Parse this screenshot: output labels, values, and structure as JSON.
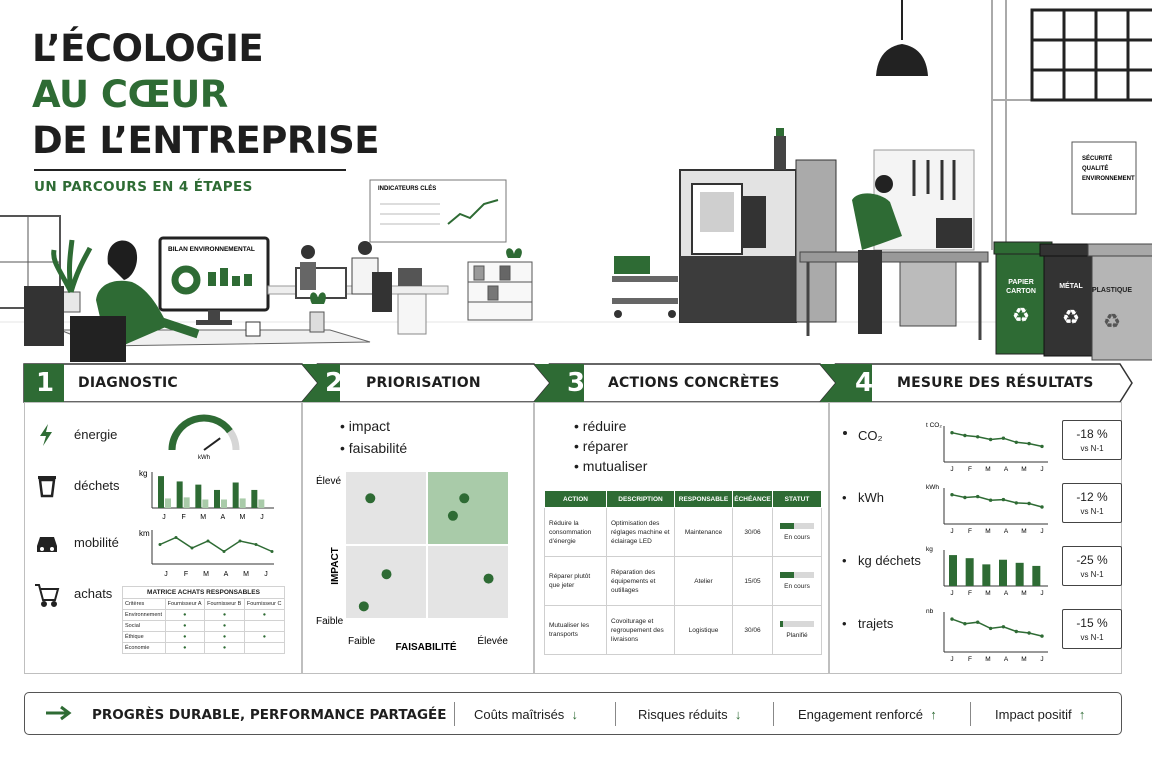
{
  "title": {
    "line1": "L’ÉCOLOGIE",
    "line2": "AU CŒUR",
    "line3": "DE L’ENTREPRISE"
  },
  "subtitle": "UN PARCOURS EN 4 ÉTAPES",
  "scene": {
    "monitor_label": "BILAN ENVIRONNEMENTAL",
    "board_label": "INDICATEURS CLÉS",
    "sign_lines": [
      "SÉCURITÉ",
      "QUALITÉ",
      "ENVIRONNEMENT"
    ],
    "bins": [
      {
        "lines": [
          "PAPIER",
          "CARTON"
        ],
        "color": "#2e6b34"
      },
      {
        "lines": [
          "MÉTAL"
        ],
        "color": "#333333"
      },
      {
        "lines": [
          "PLASTIQUE"
        ],
        "color": "#9c9c9c"
      }
    ]
  },
  "steps": [
    {
      "num": "1",
      "label": "DIAGNOSTIC"
    },
    {
      "num": "2",
      "label": "PRIORISATION"
    },
    {
      "num": "3",
      "label": "ACTIONS CONCRÈTES"
    },
    {
      "num": "4",
      "label": "MESURE DES RÉSULTATS"
    }
  ],
  "diagnostic": {
    "items": [
      {
        "label": "énergie",
        "icon": "bolt-icon"
      },
      {
        "label": "déchets",
        "icon": "trash-icon"
      },
      {
        "label": "mobilité",
        "icon": "car-icon"
      },
      {
        "label": "achats",
        "icon": "cart-icon"
      }
    ],
    "gauge_unit": "kWh",
    "gauge_level": 0.8,
    "dechets_unit": "kg",
    "mobilite_unit": "km",
    "months": [
      "J",
      "F",
      "M",
      "A",
      "M",
      "J"
    ],
    "dechets_bars": [
      [
        30,
        9
      ],
      [
        25,
        10
      ],
      [
        22,
        8
      ],
      [
        17,
        8
      ],
      [
        24,
        9
      ],
      [
        17,
        8
      ]
    ],
    "mobilite_line": [
      5,
      7,
      4,
      6,
      3,
      6,
      5,
      3
    ],
    "matrix": {
      "title": "MATRICE ACHATS RESPONSABLES",
      "headers": [
        "Critères",
        "Fournisseur A",
        "Fournisseur B",
        "Fournisseur C"
      ],
      "rows": [
        "Environnement",
        "Social",
        "Éthique",
        "Économie"
      ]
    }
  },
  "priorisation": {
    "bullets": [
      "impact",
      "faisabilité"
    ],
    "y_axis": "IMPACT",
    "x_axis": "FAISABILITÉ",
    "y_high": "Élevé",
    "y_low": "Faible",
    "x_low": "Faible",
    "x_high": "Élevée",
    "points": [
      [
        0.15,
        0.82
      ],
      [
        0.73,
        0.82
      ],
      [
        0.66,
        0.7
      ],
      [
        0.25,
        0.3
      ],
      [
        0.88,
        0.27
      ],
      [
        0.11,
        0.08
      ]
    ]
  },
  "actions": {
    "bullets": [
      "réduire",
      "réparer",
      "mutualiser"
    ],
    "headers": [
      "ACTION",
      "DESCRIPTION",
      "RESPONSABLE",
      "ÉCHÉANCE",
      "STATUT"
    ],
    "rows": [
      {
        "action": "Réduire la consommation d’énergie",
        "description": "Optimisation des réglages machine et éclairage LED",
        "responsable": "Maintenance",
        "echeance": "30/06",
        "statut": "En cours",
        "progress": 0.4
      },
      {
        "action": "Réparer plutôt que jeter",
        "description": "Réparation des équipements et outillages",
        "responsable": "Atelier",
        "echeance": "15/05",
        "statut": "En cours",
        "progress": 0.4
      },
      {
        "action": "Mutualiser les transports",
        "description": "Covoiturage et regroupement des livraisons",
        "responsable": "Logistique",
        "echeance": "30/06",
        "statut": "Planifié",
        "progress": 0.1
      }
    ]
  },
  "resultats": {
    "months": [
      "J",
      "F",
      "M",
      "A",
      "M",
      "J"
    ],
    "items": [
      {
        "label": "CO₂",
        "unit": "t CO₂",
        "value": "-18 %",
        "sub": "vs N-1",
        "type": "line",
        "data": [
          10,
          9,
          8.5,
          7.5,
          8,
          6.5,
          6,
          5
        ]
      },
      {
        "label": "kWh",
        "unit": "kWh",
        "value": "-12 %",
        "sub": "vs N-1",
        "type": "line",
        "data": [
          10,
          9,
          9.3,
          8,
          8.2,
          7,
          6.8,
          5.5
        ]
      },
      {
        "label": "kg déchets",
        "unit": "kg",
        "value": "-25 %",
        "sub": "vs N-1",
        "type": "bar",
        "data": [
          10,
          9,
          7,
          8.5,
          7.5,
          6.5
        ]
      },
      {
        "label": "trajets",
        "unit": "nb",
        "value": "-15 %",
        "sub": "vs N-1",
        "type": "line",
        "data": [
          10,
          8.5,
          9,
          7,
          7.5,
          6,
          5.5,
          4.5
        ]
      }
    ]
  },
  "footer": {
    "main": "PROGRÈS DURABLE, PERFORMANCE PARTAGÉE",
    "items": [
      {
        "label": "Coûts maîtrisés",
        "arrow": "↓"
      },
      {
        "label": "Risques réduits",
        "arrow": "↓"
      },
      {
        "label": "Engagement renforcé",
        "arrow": "↑"
      },
      {
        "label": "Impact positif",
        "arrow": "↑"
      }
    ]
  },
  "colors": {
    "green": "#2e6b34",
    "light_green": "#a9cba9",
    "dark": "#222222",
    "grey": "#888888"
  }
}
